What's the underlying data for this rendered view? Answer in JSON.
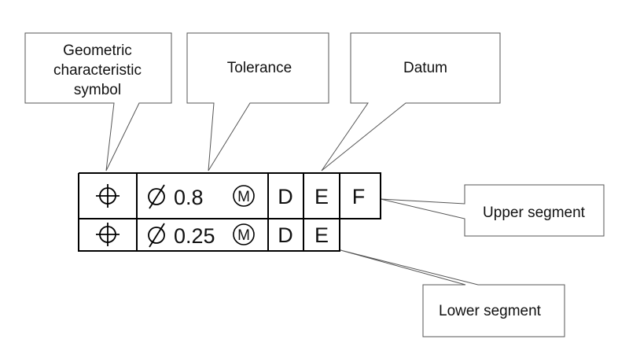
{
  "callouts": {
    "geometric_characteristic": {
      "lines": [
        "Geometric",
        "characteristic",
        "symbol"
      ]
    },
    "tolerance": {
      "label": "Tolerance"
    },
    "datum": {
      "label": "Datum"
    },
    "upper_segment": {
      "label": "Upper segment"
    },
    "lower_segment": {
      "label": "Lower segment"
    }
  },
  "frame": {
    "upper": {
      "symbol": "position-icon",
      "diameter_symbol": "diameter-icon",
      "tolerance_value": "0.8",
      "modifier": "M",
      "datums": [
        "D",
        "E",
        "F"
      ]
    },
    "lower": {
      "symbol": "position-icon",
      "diameter_symbol": "diameter-icon",
      "tolerance_value": "0.25",
      "modifier": "M",
      "datums": [
        "D",
        "E"
      ]
    }
  }
}
